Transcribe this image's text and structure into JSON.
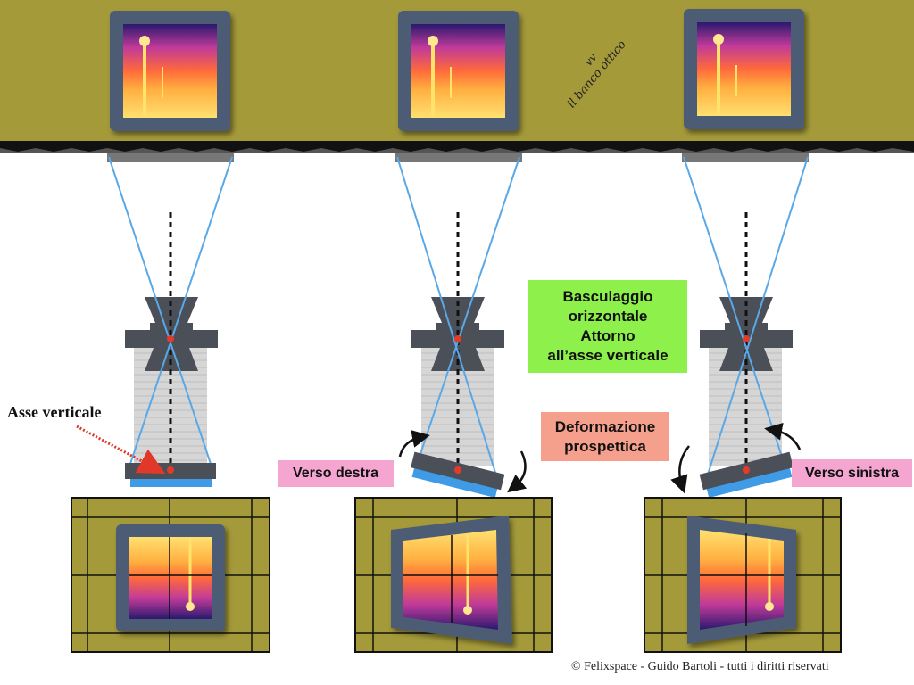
{
  "labels": {
    "title_line1": "Basculaggio",
    "title_line2": "orizzontale",
    "title_line3": "Attorno",
    "title_line4": "all’asse verticale",
    "deform_line1": "Deformazione",
    "deform_line2": "prospettica",
    "verso_destra": "Verso destra",
    "verso_sinistra": "Verso sinistra",
    "asse_verticale": "Asse verticale",
    "banco_ottico": "il banco ottico",
    "banco_mark": "vv",
    "copyright": "© Felixspace - Guido Bartoli - tutti i diritti riservati"
  },
  "colors": {
    "wall": "#a49a3a",
    "frame": "#4e5b74",
    "ray": "#5aa8e6",
    "bellows": "#cfcfcf",
    "lens": "#4a4f58",
    "focal_point": "#e23b2a",
    "film_blue": "#3f9be6",
    "green_label": "#8ef04a",
    "salmon_label": "#f4a08c",
    "pink_label": "#f4a6d0"
  },
  "icons": {
    "lamp": "street-lamp-icon",
    "rotate_arrow": "curved-arrow-icon"
  }
}
